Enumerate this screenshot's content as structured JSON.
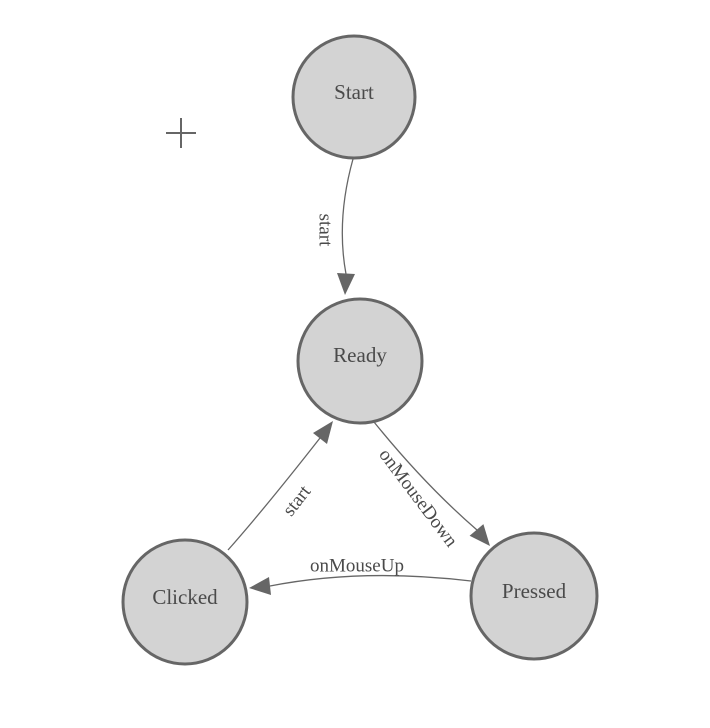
{
  "diagram": {
    "type": "state-machine",
    "colors": {
      "background": "#ffffff",
      "node_fill": "#d3d3d3",
      "node_stroke": "#666666",
      "edge_stroke": "#666666",
      "label_text": "#4a4a4a"
    },
    "nodes": [
      {
        "id": "start",
        "label": "Start"
      },
      {
        "id": "ready",
        "label": "Ready"
      },
      {
        "id": "clicked",
        "label": "Clicked"
      },
      {
        "id": "pressed",
        "label": "Pressed"
      }
    ],
    "edges": [
      {
        "from": "start",
        "to": "ready",
        "label": "start"
      },
      {
        "from": "ready",
        "to": "pressed",
        "label": "onMouseDown"
      },
      {
        "from": "pressed",
        "to": "clicked",
        "label": "onMouseUp"
      },
      {
        "from": "clicked",
        "to": "ready",
        "label": "start"
      }
    ],
    "cursor": {
      "type": "crosshair"
    }
  }
}
